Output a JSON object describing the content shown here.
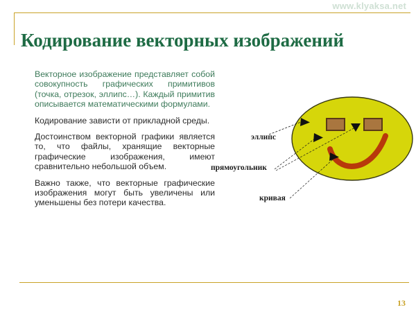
{
  "slide": {
    "watermark": "www.klyaksa.net",
    "title": "Кодирование векторных изображений",
    "page_number": "13",
    "colors": {
      "title_green": "#1e6b44",
      "body_green": "#3d7a5a",
      "body_dark": "#2a2a2a",
      "rule_gold": "#c9a227",
      "watermark": "#cfe0d4",
      "face_fill": "#d6d60a",
      "face_stroke": "#3a3a12",
      "eye_fill": "#a9763f",
      "eye_stroke": "#5b3a16",
      "mouth": "#b8380b",
      "arrow": "#1a1a1a"
    }
  },
  "body": {
    "paragraphs": [
      {
        "id": "para-1",
        "tone": "green",
        "text": "Векторное изображение представляет собой совокупность графических примитивов (точка, отрезок, эллипс…). Каждый примитив описывается математическими формулами."
      },
      {
        "id": "para-2",
        "tone": "dark",
        "text": "Кодирование зависти от прикладной среды."
      },
      {
        "id": "para-3",
        "tone": "dark",
        "text": "Достоинством векторной графики является то, что файлы, хранящие векторные графические изображения, имеют сравнительно небольшой объем."
      },
      {
        "id": "para-4",
        "tone": "dark",
        "text": "Важно также, что векторные графические изображения могут быть увеличены или уменьшены без потери качества."
      }
    ]
  },
  "figure": {
    "name": "smiley-face-vector-primitives",
    "labels": {
      "ellipse": "эллипс",
      "rectangle": "прямоугольник",
      "curve": "кривая"
    }
  }
}
